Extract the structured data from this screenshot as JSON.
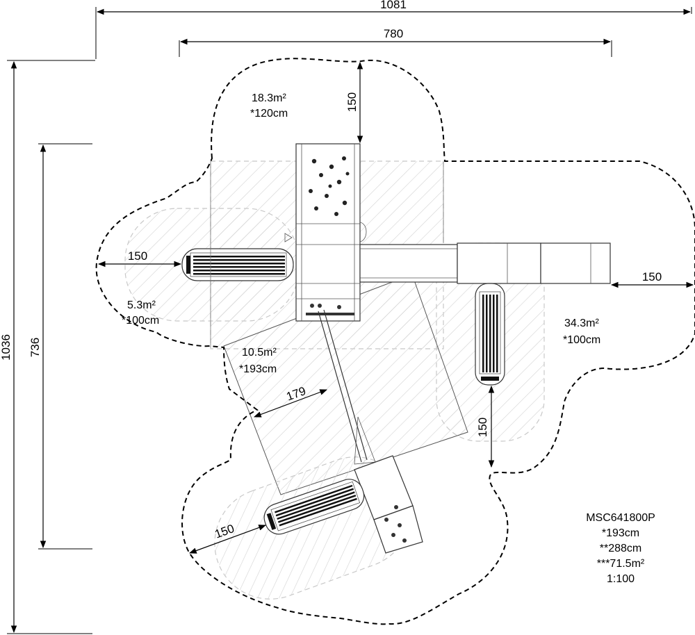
{
  "drawing": {
    "model": "MSC641800P",
    "spec_lines": [
      "*193cm",
      "**288cm",
      "***71.5m²",
      "1:100"
    ],
    "overall_dimensions": {
      "width_top": "1081",
      "width_inner": "780",
      "height_outer": "1036",
      "height_inner": "736"
    },
    "clearances": {
      "left": "150",
      "right": "150",
      "top": "150",
      "right_lower": "150",
      "bottom_left": "150",
      "diagonal": "179"
    },
    "zones": [
      {
        "area": "18.3m²",
        "height": "*120cm"
      },
      {
        "area": "5.3m²",
        "height": "*100cm"
      },
      {
        "area": "10.5m²",
        "height": "*193cm"
      },
      {
        "area": "34.3m²",
        "height": "*100cm"
      }
    ]
  }
}
